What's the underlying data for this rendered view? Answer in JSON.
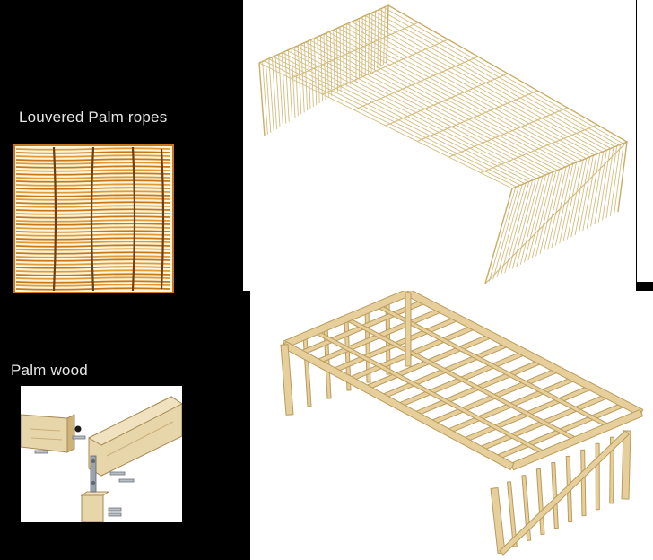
{
  "labels": {
    "louvered": "Louvered Palm ropes",
    "palm_wood": "Palm wood"
  },
  "colors": {
    "background": "#000000",
    "label_text": "#e6e6e6",
    "rope_amber": "#c8781a",
    "rope_dark": "#6e3f0e",
    "rope_cream": "#fbf6dc",
    "wire_tan": "#d8c184",
    "timber": "#e6cf9a",
    "timber_edge": "#b99b5c"
  },
  "icons": {
    "rope_swatch": "louvered-palm-rope-swatch",
    "joint": "palm-wood-joint-detail",
    "wire_model": "louvered-canopy-wireframe",
    "frame_model": "palm-wood-frame-structure"
  }
}
